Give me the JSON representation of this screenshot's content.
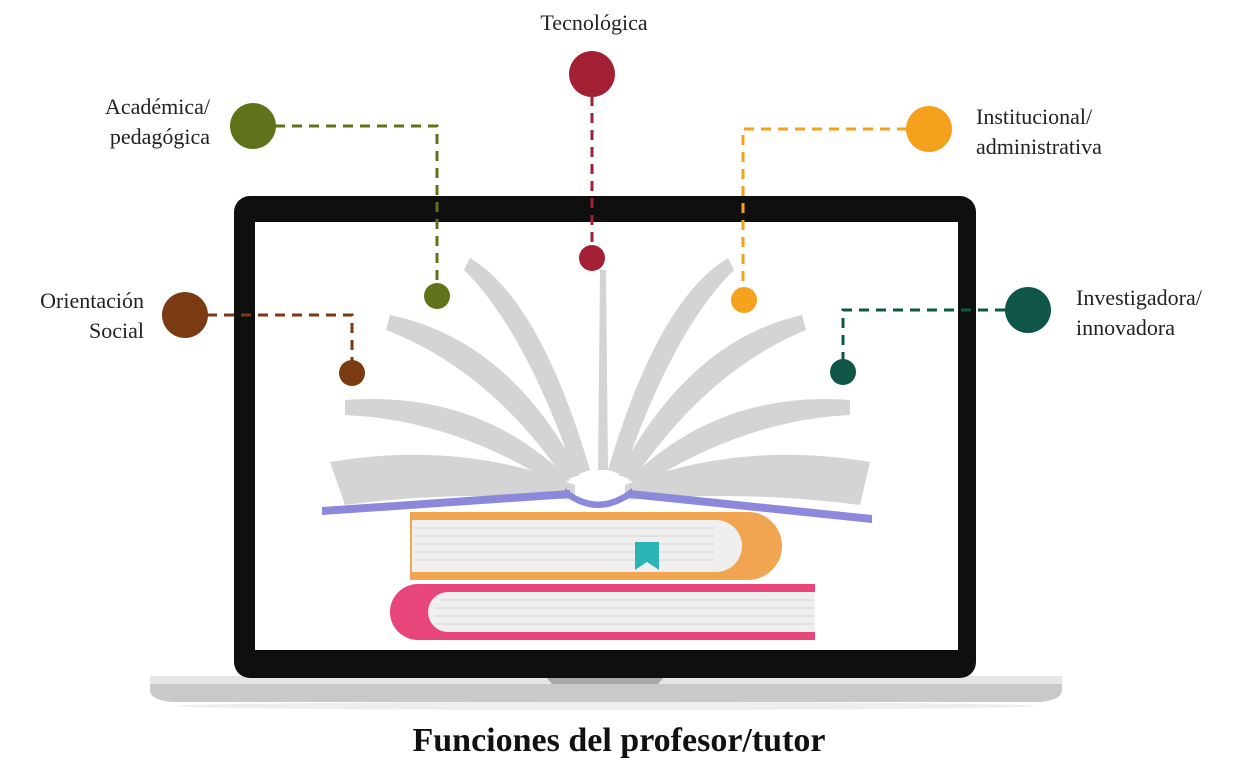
{
  "title": "Funciones del profesor/tutor",
  "colors": {
    "tecnologica": "#a31f34",
    "academica": "#5e731a",
    "institucional": "#f4a21e",
    "orientacion": "#7a3a12",
    "investigadora": "#0f5548",
    "book_gray": "#d4d4d4",
    "cover_lavender": "#8c88dc",
    "book_orange": "#f2a550",
    "book_pink": "#e8457a",
    "bookmark_teal": "#2bb3b5"
  },
  "labels": {
    "tecnologica": [
      "Tecnológica"
    ],
    "academica": [
      "Académica/",
      "pedagógica"
    ],
    "institucional": [
      "Institucional/",
      "administrativa"
    ],
    "orientacion": [
      "Orientación",
      "Social"
    ],
    "investigadora": [
      "Investigadora/",
      "innovadora"
    ]
  }
}
